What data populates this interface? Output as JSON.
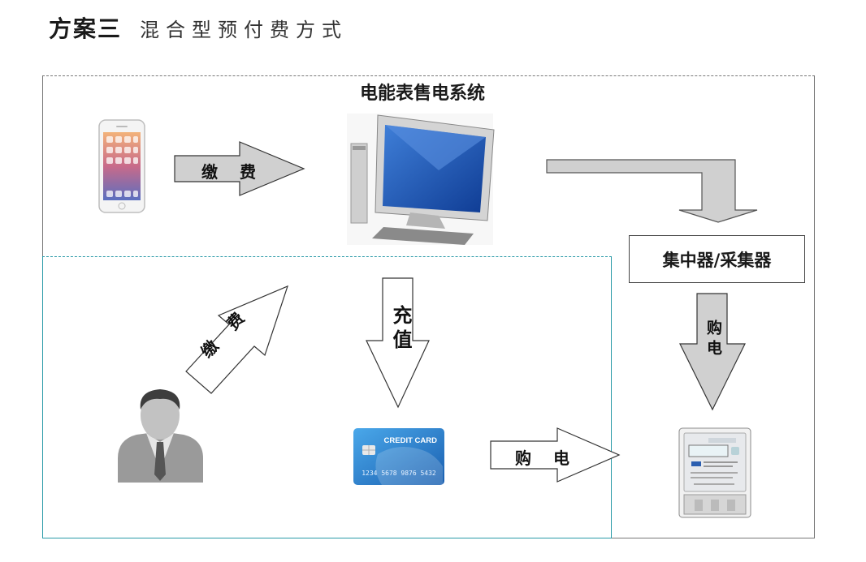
{
  "header": {
    "title_main": "方案三",
    "title_sub": "混合型预付费方式"
  },
  "diagram": {
    "system_title": "电能表售电系统",
    "concentrator_label": "集中器/采集器",
    "pay_label_top": "缴 费",
    "pay_label_diag": "缴 费",
    "recharge_label": "充值",
    "buy_label_right": "购电",
    "buy_label_bottom": "购 电",
    "card_text": "CREDIT CARD",
    "card_number": "1234  5678  9876  5432"
  },
  "colors": {
    "arrow_fill": "#d0d0d0",
    "inner_frame": "#2a9aa8",
    "card_blue": "#1f7fd0"
  }
}
